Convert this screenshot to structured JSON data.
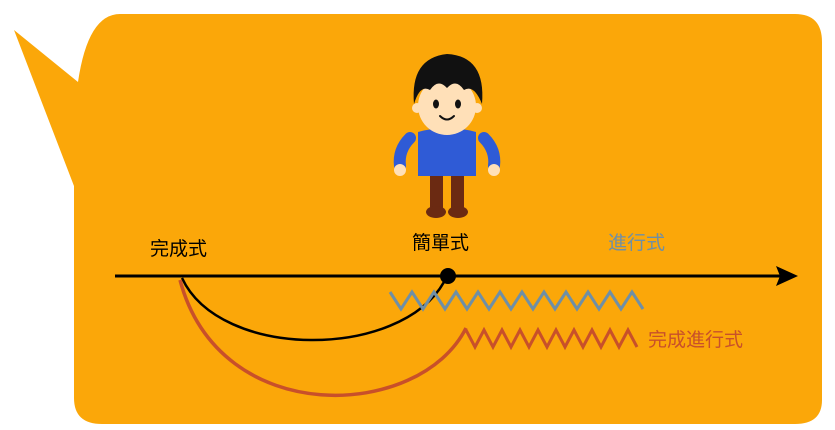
{
  "colors": {
    "bubble": "#FBA709",
    "timeline": "#000000",
    "perfect_arc": "#000000",
    "perfect_progressive_arc": "#C8502A",
    "progressive_wave": "#6F8FA6",
    "perfect_progressive_wave": "#C8502A",
    "shirt": "#2F5BD6",
    "hair": "#111111",
    "pants": "#6B2A12",
    "skin": "#FFE0B8"
  },
  "labels": {
    "perfect": "完成式",
    "simple": "簡單式",
    "progressive": "進行式",
    "perfect_progressive": "完成進行式"
  },
  "icons": {
    "character": "boy-character-icon",
    "arrow": "arrowhead-icon"
  }
}
